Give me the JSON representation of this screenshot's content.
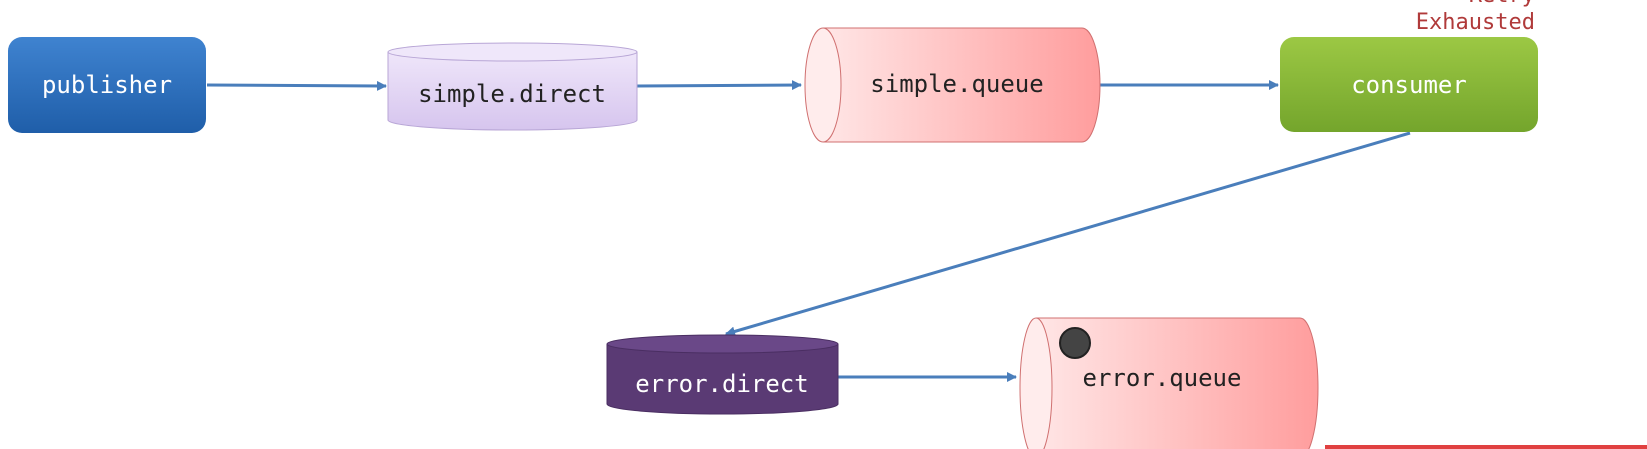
{
  "corner_note": {
    "partial_line": "Retry",
    "text": "Exhausted",
    "color": "#b03a3a"
  },
  "nodes": {
    "publisher": {
      "label": "publisher",
      "color": "#2f6fbf"
    },
    "simple_direct": {
      "label": "simple.direct",
      "color": "#e3d6f3"
    },
    "simple_queue": {
      "label": "simple.queue",
      "color": "#ffb3b3"
    },
    "consumer": {
      "label": "consumer",
      "color": "#8cbf3a"
    },
    "error_direct": {
      "label": "error.direct",
      "color": "#5e3d78"
    },
    "error_queue": {
      "label": "error.queue",
      "color": "#ffb3b3"
    }
  },
  "edges": [
    {
      "from": "publisher",
      "to": "simple.direct"
    },
    {
      "from": "simple.direct",
      "to": "simple.queue"
    },
    {
      "from": "simple.queue",
      "to": "consumer"
    },
    {
      "from": "consumer",
      "to": "error.direct"
    },
    {
      "from": "error.direct",
      "to": "error.queue"
    }
  ],
  "arrow_color": "#4a7ebb"
}
